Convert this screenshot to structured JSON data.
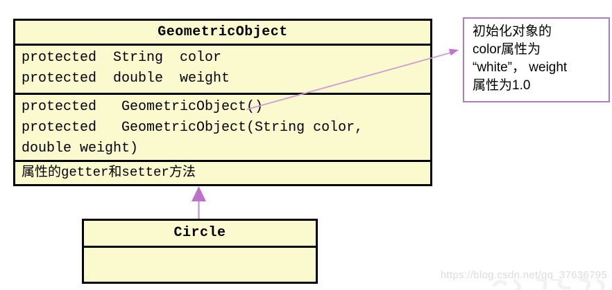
{
  "diagram": {
    "geometric_object": {
      "title": "GeometricObject",
      "attributes": [
        "protected  String  color",
        "protected  double  weight"
      ],
      "methods": [
        "protected   GeometricObject()",
        "protected   GeometricObject(String color,",
        "double weight)"
      ],
      "accessor_note": "属性的getter和setter方法"
    },
    "circle": {
      "title": "Circle"
    },
    "annotation": {
      "lines": [
        "初始化对象的",
        "color属性为",
        "“white”， weight",
        "属性为1.0"
      ]
    },
    "colors": {
      "class_fill": "#FBF9CE",
      "class_border": "#000000",
      "arrow_head_purple": "#BC72C8",
      "arrow_line_purple": "#CF9AD6",
      "annotation_border": "#AB7BC5"
    }
  },
  "watermark": {
    "url_text": "https://blog.csdn.net/qq_37636795"
  }
}
